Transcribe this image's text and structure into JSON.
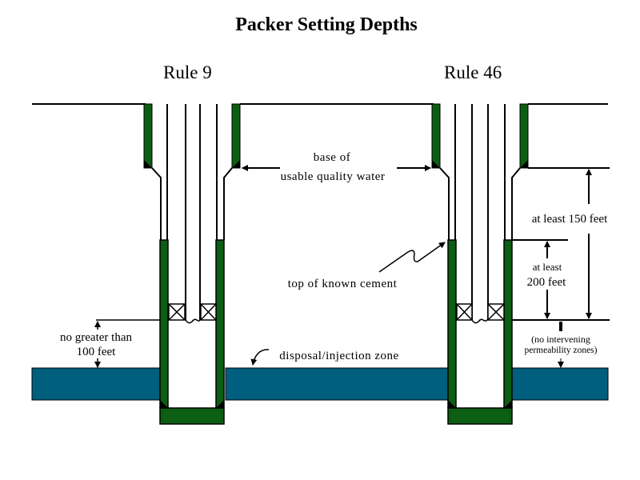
{
  "title": "Packer Setting Depths",
  "wells": [
    {
      "label": "Rule 9"
    },
    {
      "label": "Rule 46"
    }
  ],
  "annotations": {
    "base_water_line1": "base of",
    "base_water_line2": "usable quality water",
    "top_cement": "top of known cement",
    "injection_zone": "disposal/injection zone",
    "rule9_depth_line1": "no greater than",
    "rule9_depth_line2": "100 feet",
    "rule46_150_line1": "at least 150 feet",
    "rule46_200_line1": "at least",
    "rule46_200_line2": "200 feet",
    "no_intervening_line1": "(no intervening",
    "no_intervening_line2": "permeability zones)"
  },
  "colors": {
    "cement_green": "#0b5e12",
    "injection_zone": "#005f7f",
    "line": "#000000",
    "background": "#ffffff"
  }
}
